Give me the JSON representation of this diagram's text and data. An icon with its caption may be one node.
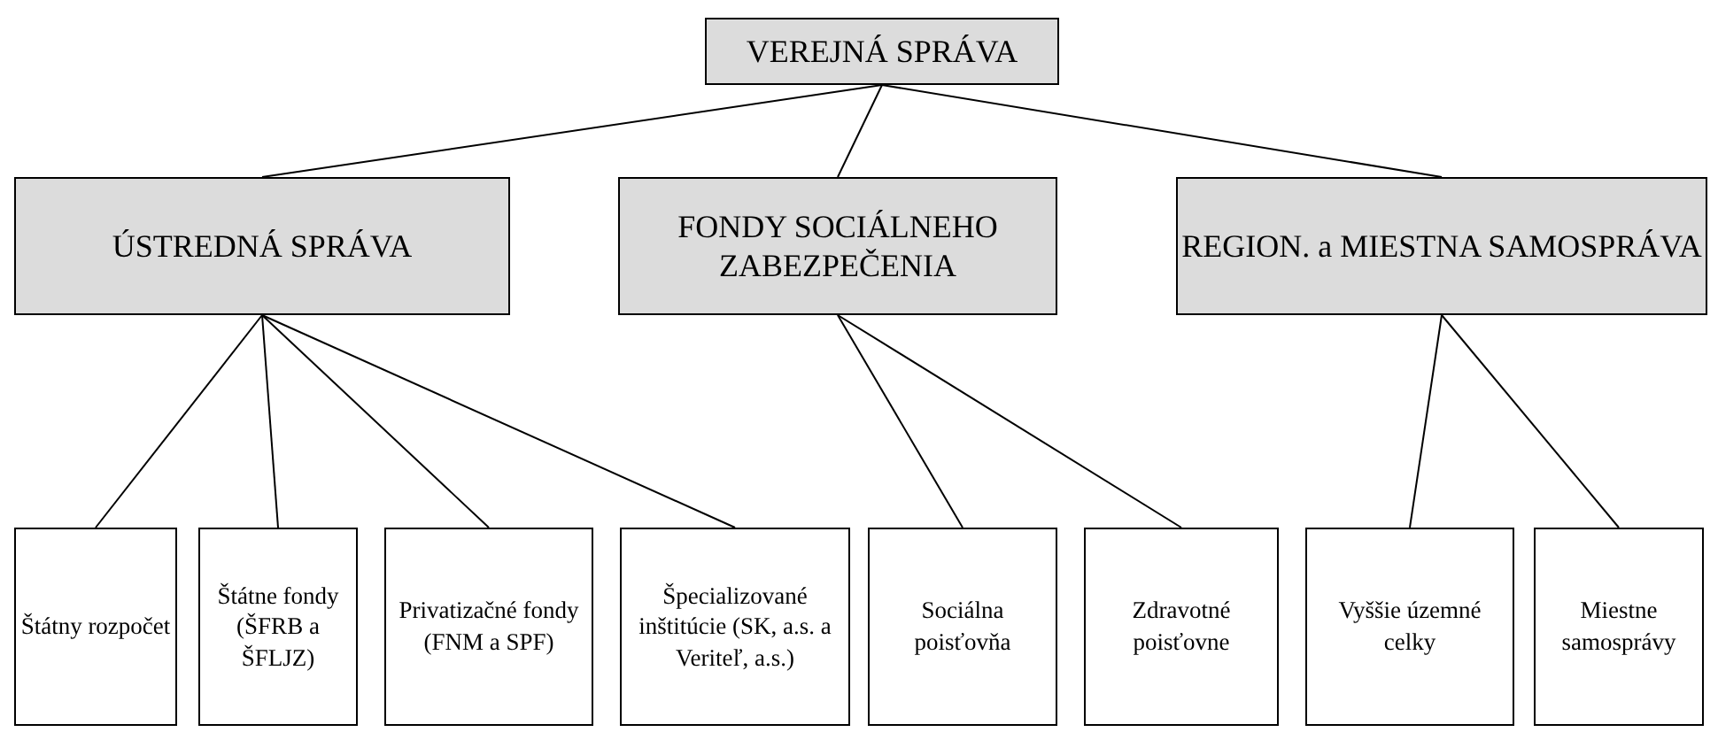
{
  "diagram": {
    "nodes": [
      {
        "text": [
          "VEREJNÁ SPRÁVA"
        ]
      },
      {
        "text": [
          "ÚSTREDNÁ SPRÁVA"
        ]
      },
      {
        "text": [
          "FONDY SOCIÁLNEHO ZABEZPEČENIA"
        ]
      },
      {
        "text": [
          "REGION. a MIESTNA SAMOSPRÁVA"
        ]
      },
      {
        "text": [
          "Štátny rozpočet"
        ]
      },
      {
        "text": [
          "Štátne fondy (ŠFRB a ŠFLJZ)"
        ]
      },
      {
        "text": [
          "Privatizačné fondy (FNM a SPF)"
        ]
      },
      {
        "text": [
          "Špecializované inštitúcie (SK, a.s. a Veriteľ, a.s.)"
        ]
      },
      {
        "text": [
          "Sociálna poisťovňa"
        ]
      },
      {
        "text": [
          "Zdravotné poisťovne"
        ]
      },
      {
        "text": [
          "Vyššie územné celky"
        ]
      },
      {
        "text": [
          "Miestne samosprávy"
        ]
      }
    ],
    "edges": [
      {
        "from": 0,
        "to": 1,
        "arrow": "none"
      },
      {
        "from": 0,
        "to": 2,
        "arrow": "none"
      },
      {
        "from": 0,
        "to": 3,
        "arrow": "none"
      },
      {
        "from": 1,
        "to": 4,
        "arrow": "none"
      },
      {
        "from": 1,
        "to": 5,
        "arrow": "none"
      },
      {
        "from": 1,
        "to": 6,
        "arrow": "none"
      },
      {
        "from": 1,
        "to": 7,
        "arrow": "none"
      },
      {
        "from": 2,
        "to": 8,
        "arrow": "none"
      },
      {
        "from": 2,
        "to": 9,
        "arrow": "none"
      },
      {
        "from": 3,
        "to": 10,
        "arrow": "none"
      },
      {
        "from": 3,
        "to": 11,
        "arrow": "none"
      }
    ]
  }
}
